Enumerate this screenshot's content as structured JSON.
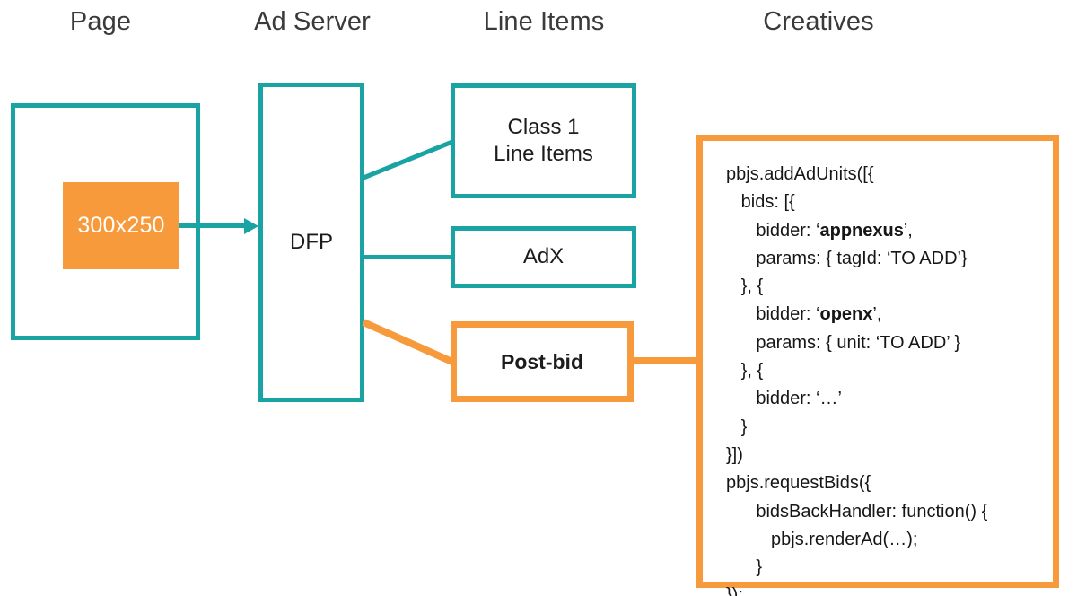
{
  "columns": [
    {
      "id": "page",
      "label": "Page"
    },
    {
      "id": "ad-server",
      "label": "Ad Server"
    },
    {
      "id": "line-items",
      "label": "Line Items"
    },
    {
      "id": "creatives",
      "label": "Creatives"
    }
  ],
  "nodes": {
    "creative_slot": {
      "label": "300x250",
      "fill": "#f69a3c",
      "text_color": "#ffffff"
    },
    "ad_server": {
      "label": "DFP"
    },
    "class1": {
      "line1": "Class 1",
      "line2": "Line Items"
    },
    "adx": {
      "label": "AdX"
    },
    "postbid": {
      "label": "Post-bid"
    }
  },
  "code": {
    "lines": [
      {
        "indent": 0,
        "text": "pbjs.addAdUnits([{"
      },
      {
        "indent": 1,
        "text": "bids: [{"
      },
      {
        "indent": 2,
        "pre": "bidder: ‘",
        "bold": "appnexus",
        "post": "’,"
      },
      {
        "indent": 2,
        "text": "params: { tagId: ‘TO ADD’}"
      },
      {
        "indent": 1,
        "text": "}, {"
      },
      {
        "indent": 2,
        "pre": "bidder: ‘",
        "bold": "openx",
        "post": "’,"
      },
      {
        "indent": 2,
        "text": "params: { unit: ‘TO ADD’ }"
      },
      {
        "indent": 1,
        "text": "}, {"
      },
      {
        "indent": 2,
        "text": "bidder: ‘…’"
      },
      {
        "indent": 1,
        "text": "}"
      },
      {
        "indent": 0,
        "text": "}])"
      },
      {
        "indent": 0,
        "text": "pbjs.requestBids({"
      },
      {
        "indent": 2,
        "text": "bidsBackHandler: function() {"
      },
      {
        "indent": 3,
        "text": "pbjs.renderAd(…);"
      },
      {
        "indent": 2,
        "text": "}"
      },
      {
        "indent": 0,
        "text": "});"
      }
    ]
  },
  "colors": {
    "teal": "#1aa3a3",
    "orange": "#f69a3c",
    "text": "#1c1c1c",
    "header_text": "#3a3a3a",
    "background": "#ffffff"
  }
}
